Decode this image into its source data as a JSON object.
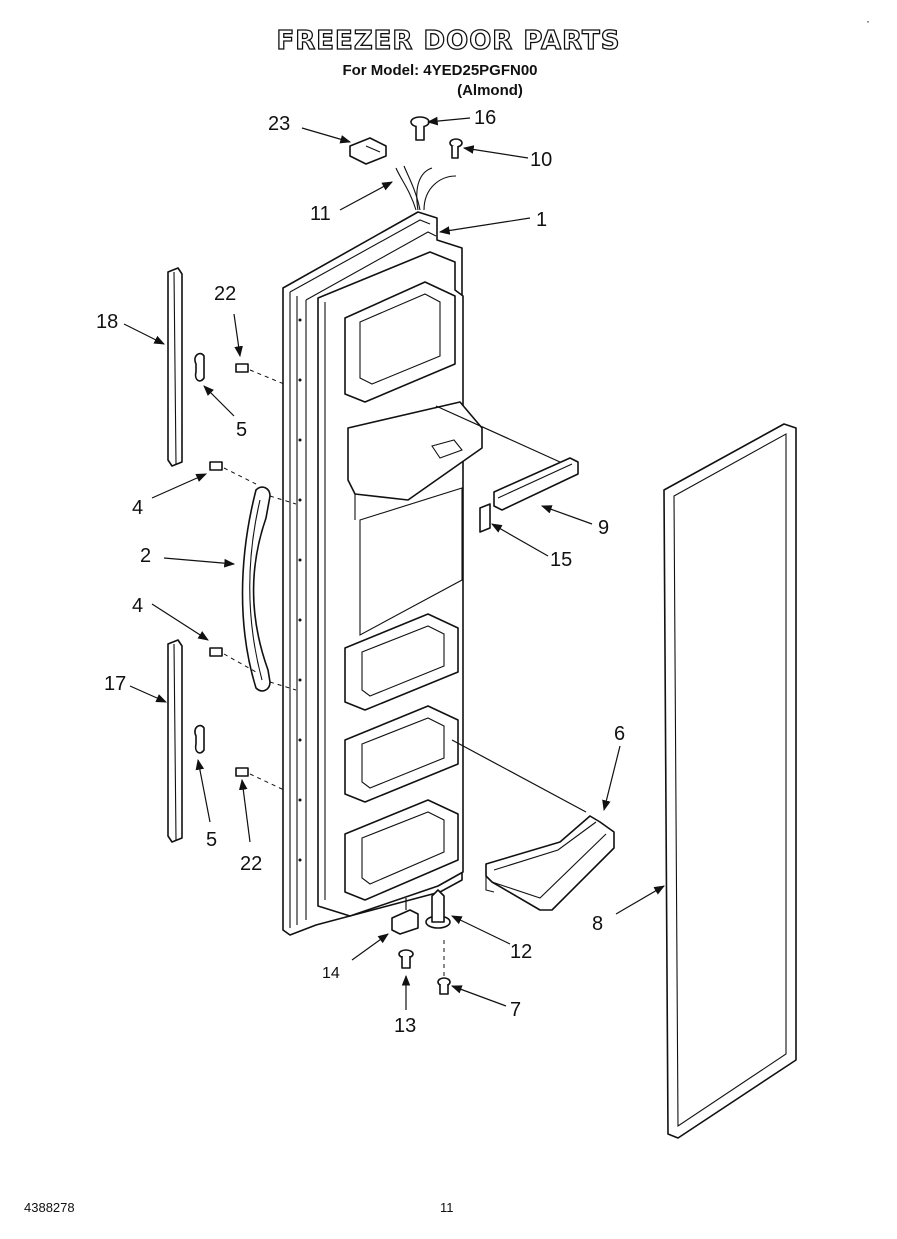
{
  "header": {
    "title": "FREEZER DOOR PARTS",
    "model_line": "For Model: 4YED25PGFN00",
    "color_line": "(Almond)"
  },
  "callouts": {
    "c1": "1",
    "c2": "2",
    "c4a": "4",
    "c4b": "4",
    "c5a": "5",
    "c5b": "5",
    "c6": "6",
    "c7": "7",
    "c8": "8",
    "c9": "9",
    "c10": "10",
    "c11": "11",
    "c12": "12",
    "c13": "13",
    "c14": "14",
    "c15": "15",
    "c16": "16",
    "c17": "17",
    "c18": "18",
    "c22a": "22",
    "c22b": "22",
    "c23": "23"
  },
  "footer": {
    "doc_number": "4388278",
    "page_number": "11"
  }
}
